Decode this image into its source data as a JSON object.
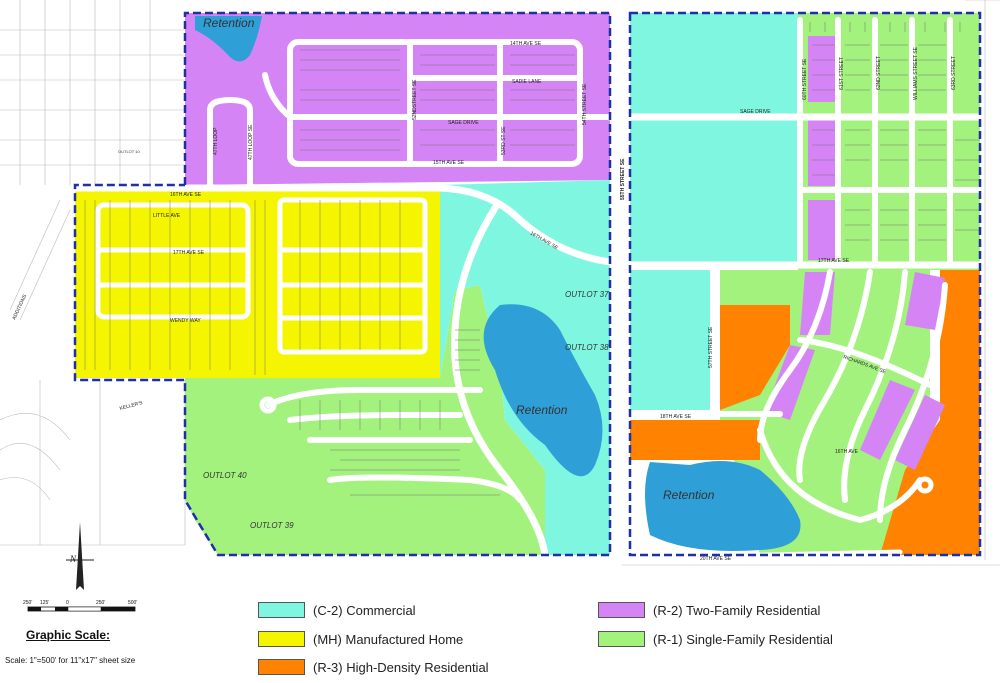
{
  "colors": {
    "commercial": "#7ff7e0",
    "manufactured": "#f5f500",
    "high_density": "#ff8200",
    "two_family": "#d584f5",
    "single_family": "#a3f27e",
    "retention": "#2f9fd8",
    "boundary": "#1f2fa8",
    "road": "#ffffff"
  },
  "map": {
    "retention_labels": [
      "Retention",
      "Retention",
      "Retention"
    ],
    "outlots": [
      "OUTLOT 37",
      "OUTLOT 38",
      "OUTLOT 40",
      "OUTLOT 39",
      "OUTLOT 10"
    ],
    "streets": {
      "ave_14th": "14TH AVE SE",
      "sadie": "SADIE LANE",
      "sage_left": "SAGE DRIVE",
      "sage_right": "SAGE DRIVE",
      "ave_15th": "15TH AVE SE",
      "ave_16th": "16TH AVE SE",
      "ave_16th_diag": "16TH AVE SE",
      "little_ave": "LITTLE AVE",
      "ave_17th_left": "17TH AVE SE",
      "wendy": "WENDY WAY",
      "loop_a": "47TH LOOP",
      "loop_b": "47TH LOOP SE",
      "st_52nd": "52NDSTREET SE",
      "st_53rd": "53RD ST SE",
      "st_54th": "54TH STREET SE",
      "st_55th": "55TH STREET SE",
      "st_60th": "60TH STREET SE",
      "st_61st": "61ST STREET",
      "st_62nd": "62ND STREET",
      "williams": "WILLIAMS STREET SE",
      "st_63rd": "63RD STREET",
      "ave_17th_right": "17TH AVE SE",
      "st_57th": "57TH STREET SE",
      "richards": "RICHARDS AVE SE",
      "ave_18th": "18TH AVE SE",
      "ave_16th_r": "16TH AVE",
      "ave_20th": "20TH AVE SE",
      "kellers": "KELLER'S",
      "additions": "ADDITIONS"
    },
    "north_label": "N"
  },
  "scale_bar": {
    "ticks": [
      "250'",
      "125'",
      "0",
      "250'",
      "500'"
    ],
    "title": "Graphic Scale:",
    "note": "Scale: 1\"=500' for 11\"x17\" sheet size"
  },
  "legend": {
    "commercial": "(C-2) Commercial",
    "manufactured": "(MH) Manufactured Home",
    "high_density": "(R-3) High-Density Residential",
    "two_family": "(R-2) Two-Family Residential",
    "single_family": "(R-1) Single-Family Residential"
  }
}
